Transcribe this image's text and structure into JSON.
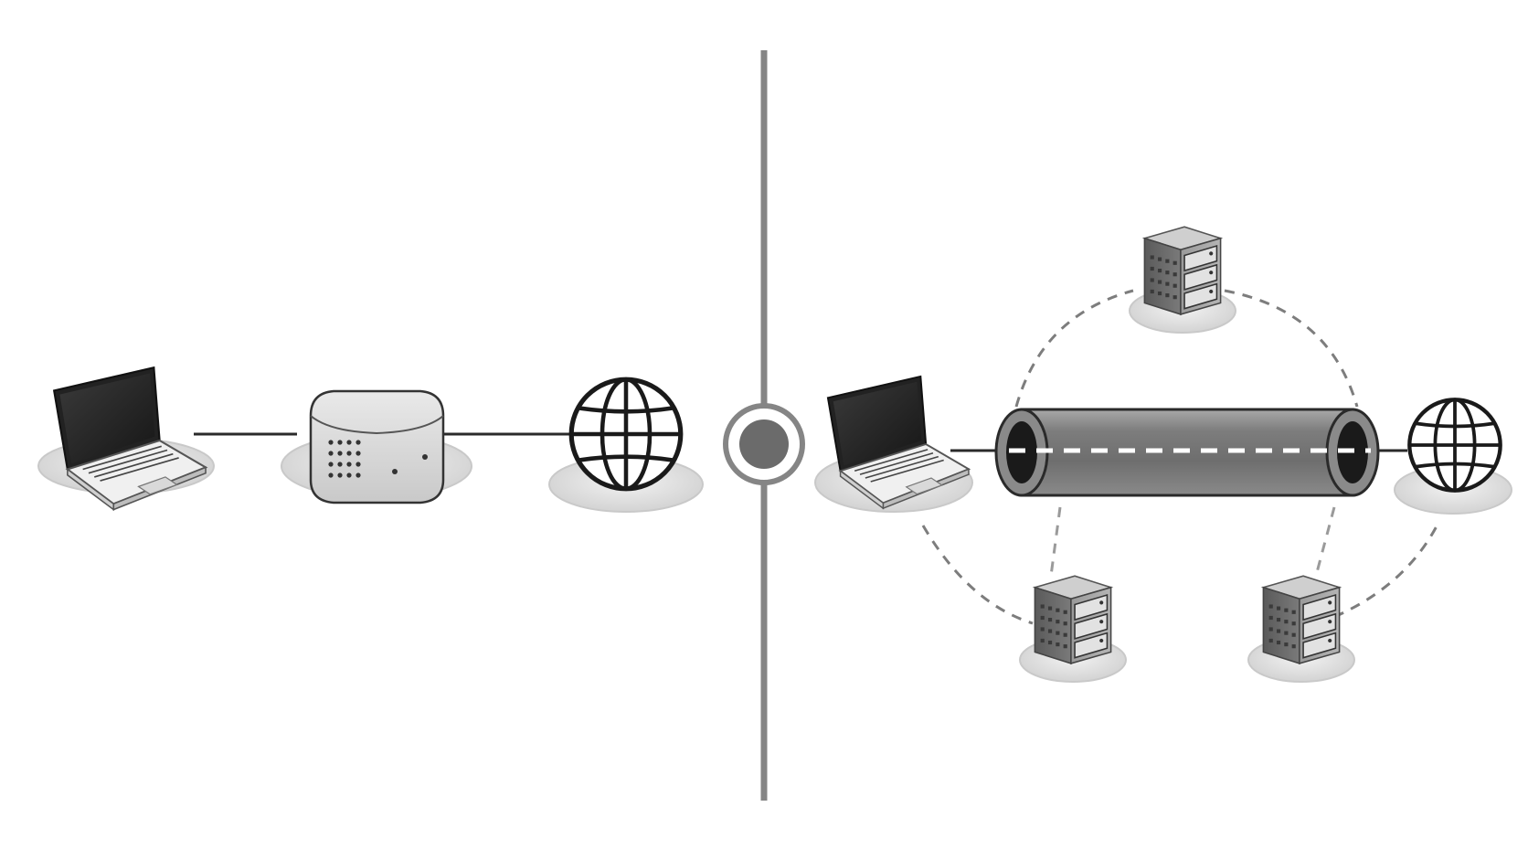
{
  "diagram": {
    "left_panel": {
      "nodes": [
        {
          "id": "laptop-a",
          "icon": "laptop-icon"
        },
        {
          "id": "router",
          "icon": "router-box-icon"
        },
        {
          "id": "globe-a",
          "icon": "globe-icon"
        }
      ],
      "links": [
        {
          "from": "laptop-a",
          "to": "router",
          "style": "solid"
        },
        {
          "from": "router",
          "to": "globe-a",
          "style": "solid"
        }
      ]
    },
    "divider": {
      "marker": "record-dot-icon"
    },
    "right_panel": {
      "nodes": [
        {
          "id": "laptop-b",
          "icon": "laptop-icon"
        },
        {
          "id": "tunnel",
          "icon": "tunnel-pipe-icon"
        },
        {
          "id": "globe-b",
          "icon": "globe-icon"
        },
        {
          "id": "server-top",
          "icon": "server-rack-icon"
        },
        {
          "id": "server-bottom-left",
          "icon": "server-rack-icon"
        },
        {
          "id": "server-bottom-right",
          "icon": "server-rack-icon"
        }
      ],
      "links": [
        {
          "from": "laptop-b",
          "to": "tunnel",
          "style": "solid"
        },
        {
          "from": "tunnel",
          "to": "globe-b",
          "style": "solid"
        },
        {
          "from": "tunnel-in",
          "to": "tunnel-out",
          "style": "dashed"
        },
        {
          "ring": "server-ring",
          "style": "dashed"
        }
      ]
    },
    "colors": {
      "line": "#2a2a2a",
      "divider": "#858585",
      "marker_fill": "#6b6b6b",
      "platform": "#dcdcdc",
      "tunnel": "#8c8c8c"
    }
  }
}
